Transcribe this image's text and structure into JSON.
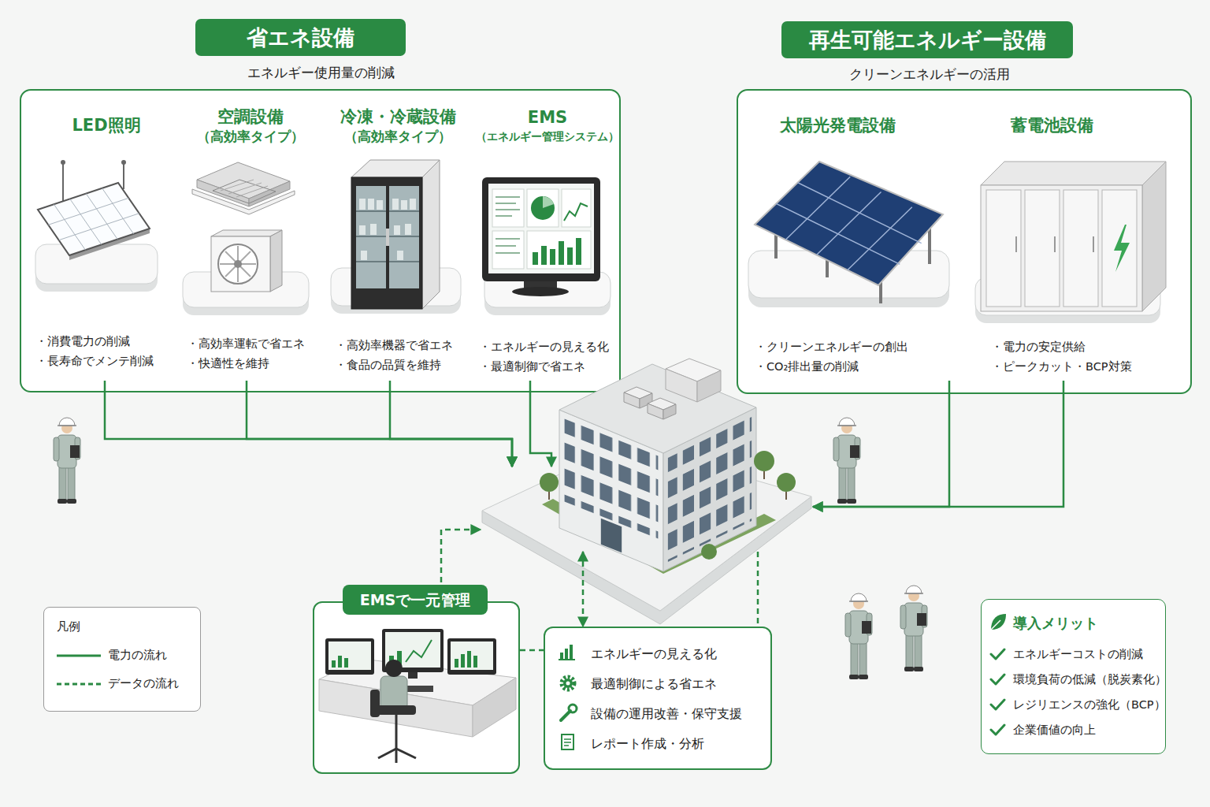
{
  "diagram": {
    "nodes": [
      {
        "text": [
          "省エネ設備",
          "エネルギー使用量の削減"
        ]
      },
      {
        "text": [
          "LED照明",
          "・消費電力の削減",
          "・長寿命でメンテ削減"
        ],
        "in": 0
      },
      {
        "text": [
          "空調設備",
          "（高効率タイプ）",
          "・高効率運転で省エネ",
          "・快適性を維持"
        ],
        "in": 0
      },
      {
        "text": [
          "冷凍・冷蔵設備",
          "（高効率タイプ）",
          "・高効率機器で省エネ",
          "・食品の品質を維持"
        ],
        "in": 0
      },
      {
        "text": [
          "EMS",
          "（エネルギー管理システム）",
          "・エネルギーの見える化",
          "・最適制御で省エネ"
        ],
        "in": 0
      },
      {
        "text": [
          "再生可能エネルギー設備",
          "クリーンエネルギーの活用"
        ]
      },
      {
        "text": [
          "太陽光発電設備",
          "・クリーンエネルギーの創出",
          "・CO₂排出量の削減"
        ],
        "in": 5
      },
      {
        "text": [
          "蓄電池設備",
          "・電力の安定供給",
          "・ピークカット・BCP対策"
        ],
        "in": 5
      },
      {
        "text": []
      },
      {
        "text": [
          "EMSで一元管理"
        ]
      },
      {
        "text": [
          "エネルギーの見える化",
          "最適制御による省エネ",
          "設備の運用改善・保守支援",
          "レポート作成・分析"
        ]
      },
      {
        "text": [
          "導入メリット",
          "エネルギーコストの削減",
          "環境負荷の低減（脱炭素化）",
          "レジリエンスの強化（BCP）",
          "企業価値の向上"
        ]
      }
    ],
    "edges": [
      {
        "from": 1,
        "to": 8,
        "arrow": "to"
      },
      {
        "from": 2,
        "to": 8,
        "arrow": "to"
      },
      {
        "from": 3,
        "to": 8,
        "arrow": "to"
      },
      {
        "from": 4,
        "to": 8,
        "arrow": "to"
      },
      {
        "from": 6,
        "to": 8,
        "arrow": "to"
      },
      {
        "from": 7,
        "to": 8,
        "arrow": "to"
      },
      {
        "from": 9,
        "to": 8,
        "arrow": "to"
      },
      {
        "from": 8,
        "to": 10,
        "arrow": "both"
      },
      {
        "from": 8,
        "to": 10,
        "arrow": "none"
      },
      {
        "from": 9,
        "to": 10,
        "arrow": "none"
      }
    ],
    "labels": [
      "凡例"
    ],
    "legend": [
      {
        "text": "電力の流れ"
      },
      {
        "text": "データの流れ"
      }
    ]
  }
}
